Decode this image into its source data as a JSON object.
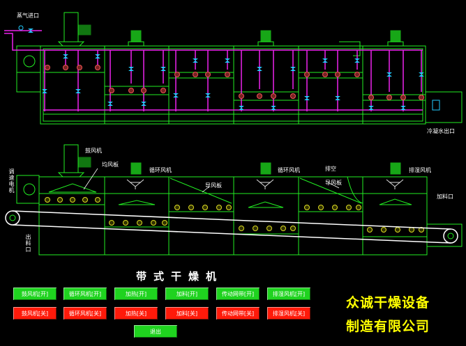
{
  "labels": {
    "steam_inlet": "蒸气进口",
    "condensate_outlet": "冷凝水出口",
    "blower": "鼓风机",
    "even_air_plate": "均风板",
    "circ_fan_1": "循环风机",
    "circ_fan_2": "循环风机",
    "guide_plate_1": "导风板",
    "guide_plate_2": "导风板",
    "exhaust": "排空",
    "dehumid_fan": "排湿风机",
    "feed_inlet": "加料口",
    "tension_motor": "调速电机",
    "discharge_outlet": "出料口"
  },
  "title": "带式干燥机",
  "company": {
    "line1": "众诚干燥设备",
    "line2": "制造有限公司"
  },
  "buttons_on": [
    "鼓风机[开]",
    "循环风机[开]",
    "加热[开]",
    "加料[开]",
    "传动网带[开]",
    "排湿风机[开]"
  ],
  "buttons_off": [
    "鼓风机[关]",
    "循环风机[关]",
    "加热[关]",
    "加料[关]",
    "传动网带[关]",
    "排湿风机[关]"
  ],
  "exit_button": "退出",
  "colors": {
    "frame": "#22ee22",
    "pipe": "#ee22ee",
    "valve": "#22ccff",
    "fan": "#dddddd",
    "button_on": "#1fd31f",
    "button_off": "#ff1a0a",
    "company": "#ffff00"
  }
}
